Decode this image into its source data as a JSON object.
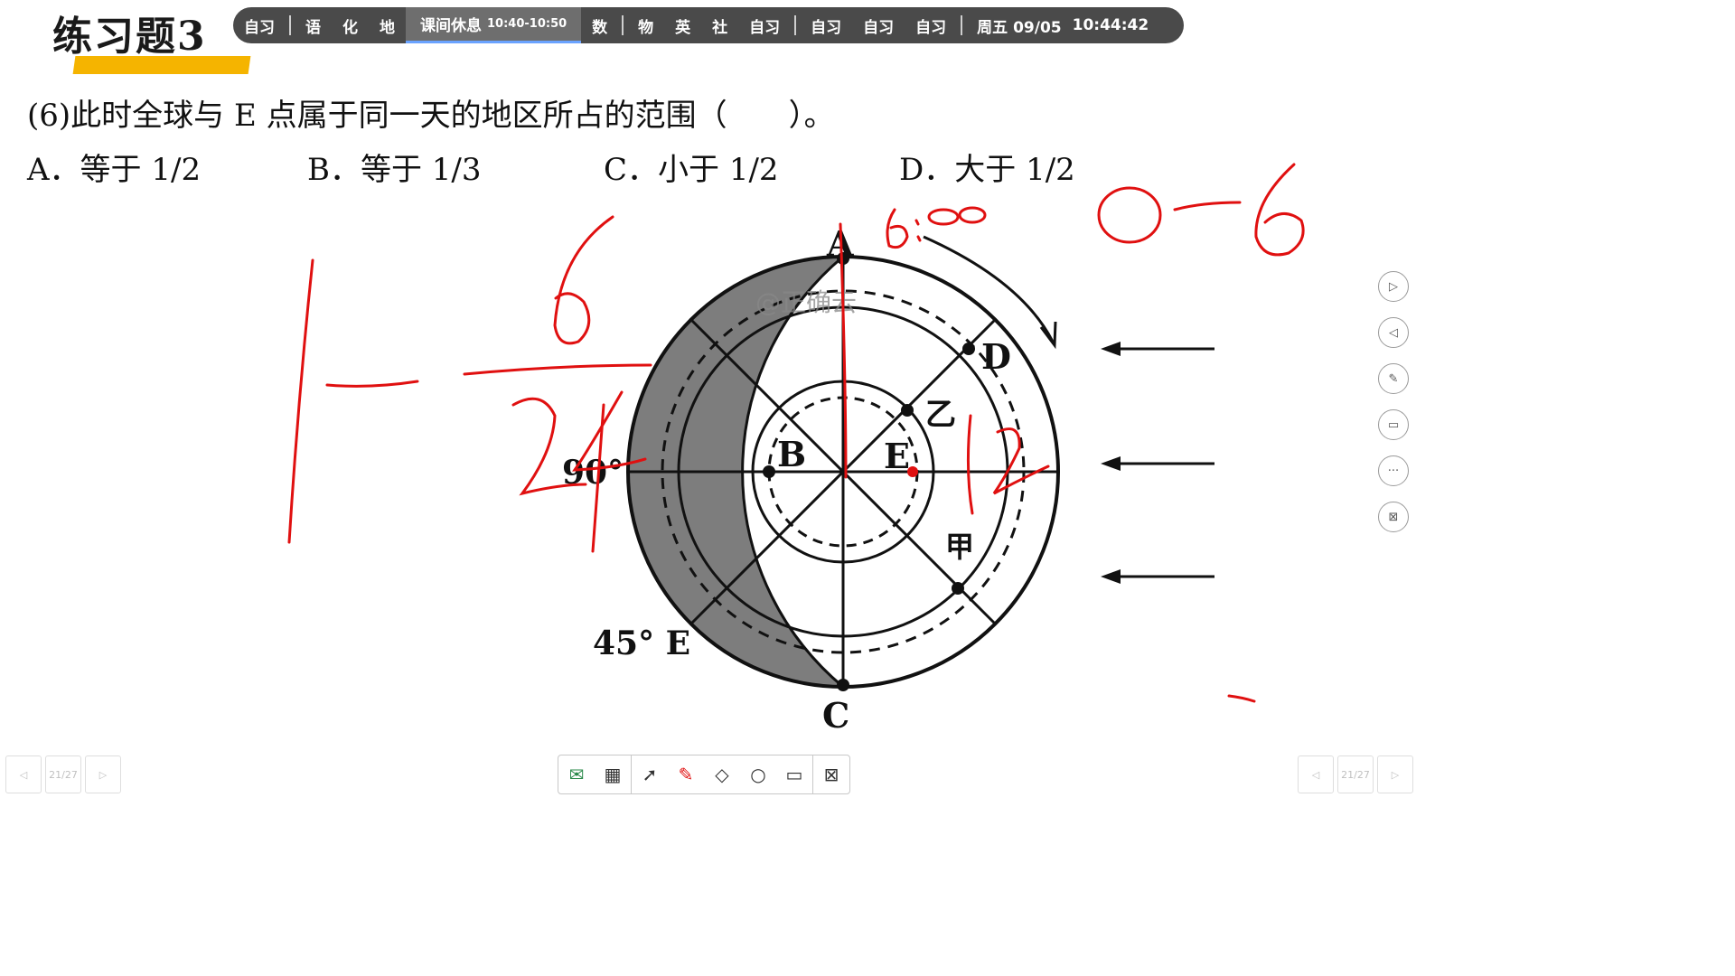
{
  "title": "练习题3",
  "schedule": {
    "items": [
      "自习",
      "语",
      "化",
      "地",
      "课间休息",
      "10:40-10:50",
      "数",
      "物",
      "英",
      "社",
      "自习",
      "自习",
      "自习",
      "自习",
      "周五 09/05",
      "10:44:42"
    ]
  },
  "question": {
    "stem": "(6)此时全球与 E 点属于同一天的地区所占的范围（　　）。",
    "options": [
      "A．等于 1/2",
      "B．等于 1/3",
      "C．小于 1/2",
      "D．大于 1/2"
    ]
  },
  "diagram": {
    "labels": {
      "A": "A",
      "B": "B",
      "C": "C",
      "D": "D",
      "E": "E",
      "yi": "乙",
      "jia": "甲",
      "lon90": "90°",
      "lon45": "45° E"
    },
    "watermark": "@正确云"
  },
  "handwriting": {
    "one": "1",
    "dash": "—",
    "six": "6",
    "twentyfour": "24",
    "time": "6:00",
    "range": "0—6",
    "twelve": "12",
    "color": "#e01010"
  },
  "side_tools": [
    "play-icon",
    "back-icon",
    "pen-icon",
    "screen-icon",
    "more-icon",
    "close-screen-icon"
  ],
  "bottom_tools": [
    "envelope-icon",
    "grid-icon",
    "pointer-icon",
    "pen-icon",
    "eraser-icon",
    "search-icon",
    "present-icon",
    "exit-icon"
  ],
  "pager": {
    "page": "21/27"
  }
}
